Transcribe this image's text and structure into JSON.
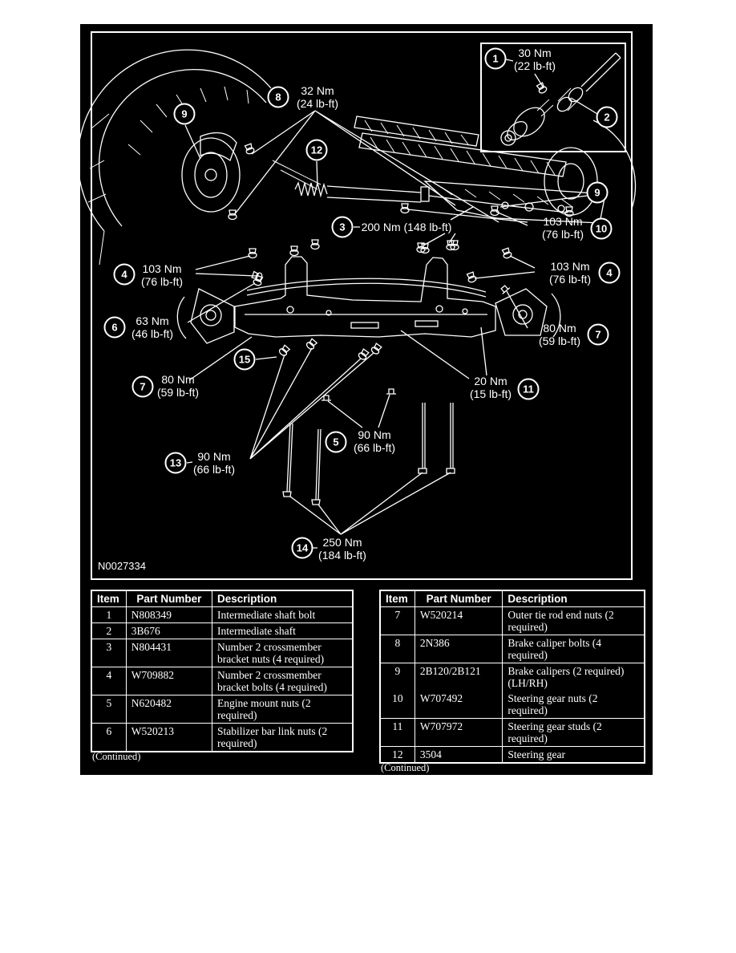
{
  "figure": {
    "figure_id": "N0027334",
    "callouts": {
      "c1": {
        "num": "1",
        "torque": "30 Nm",
        "torque_lb": "(22 lb-ft)"
      },
      "c2": {
        "num": "2"
      },
      "c3": {
        "num": "3",
        "torque": "200 Nm (148 lb-ft)"
      },
      "c4_left": {
        "num": "4",
        "torque": "103 Nm",
        "torque_lb": "(76 lb-ft)"
      },
      "c4_right": {
        "num": "4",
        "torque": "103 Nm",
        "torque_lb": "(76 lb-ft)"
      },
      "c5": {
        "num": "5",
        "torque": "90 Nm",
        "torque_lb": "(66 lb-ft)"
      },
      "c6": {
        "num": "6",
        "torque": "63 Nm",
        "torque_lb": "(46 lb-ft)"
      },
      "c7_left": {
        "num": "7",
        "torque": "80 Nm",
        "torque_lb": "(59 lb-ft)"
      },
      "c7_right": {
        "num": "7",
        "torque": "80 Nm",
        "torque_lb": "(59 lb-ft)"
      },
      "c8": {
        "num": "8",
        "torque": "32 Nm",
        "torque_lb": "(24 lb-ft)"
      },
      "c9_left": {
        "num": "9"
      },
      "c9_right": {
        "num": "9"
      },
      "c10": {
        "num": "10",
        "torque": "103 Nm",
        "torque_lb": "(76 lb-ft)"
      },
      "c11": {
        "num": "11",
        "torque": "20 Nm",
        "torque_lb": "(15 lb-ft)"
      },
      "c12": {
        "num": "12"
      },
      "c13": {
        "num": "13",
        "torque": "90 Nm",
        "torque_lb": "(66 lb-ft)"
      },
      "c14": {
        "num": "14",
        "torque": "250 Nm",
        "torque_lb": "(184 lb-ft)"
      },
      "c15": {
        "num": "15"
      }
    }
  },
  "tables": {
    "left": {
      "headers": {
        "item": "Item",
        "part": "Part Number",
        "desc": "Description"
      },
      "rows": [
        {
          "item": "1",
          "part": "N808349",
          "desc": "Intermediate shaft bolt"
        },
        {
          "item": "2",
          "part": "3B676",
          "desc": "Intermediate shaft"
        },
        {
          "item": "3",
          "part": "N804431",
          "desc": "Number 2 crossmember bracket nuts (4 required)"
        },
        {
          "item": "4",
          "part": "W709882",
          "desc": "Number 2 crossmember bracket bolts (4 required)"
        },
        {
          "item": "5",
          "part": "N620482",
          "desc": "Engine mount nuts (2 required)"
        },
        {
          "item": "6",
          "part": "W520213",
          "desc": "Stabilizer bar link nuts (2 required)"
        }
      ],
      "continued": "(Continued)"
    },
    "right": {
      "headers": {
        "item": "Item",
        "part": "Part Number",
        "desc": "Description"
      },
      "rows": [
        {
          "item": "7",
          "part": "W520214",
          "desc": "Outer tie rod end nuts (2 required)"
        },
        {
          "item": "8",
          "part": "2N386",
          "desc": "Brake caliper bolts (4 required)"
        },
        {
          "item": "9",
          "part": "2B120/2B121",
          "desc": "Brake calipers (2 required) (LH/RH)"
        },
        {
          "item": "10",
          "part": "W707492",
          "desc": "Steering gear nuts (2 required)"
        },
        {
          "item": "11",
          "part": "W707972",
          "desc": "Steering gear studs (2 required)"
        },
        {
          "item": "12",
          "part": "3504",
          "desc": "Steering gear"
        }
      ],
      "continued": "(Continued)"
    }
  }
}
